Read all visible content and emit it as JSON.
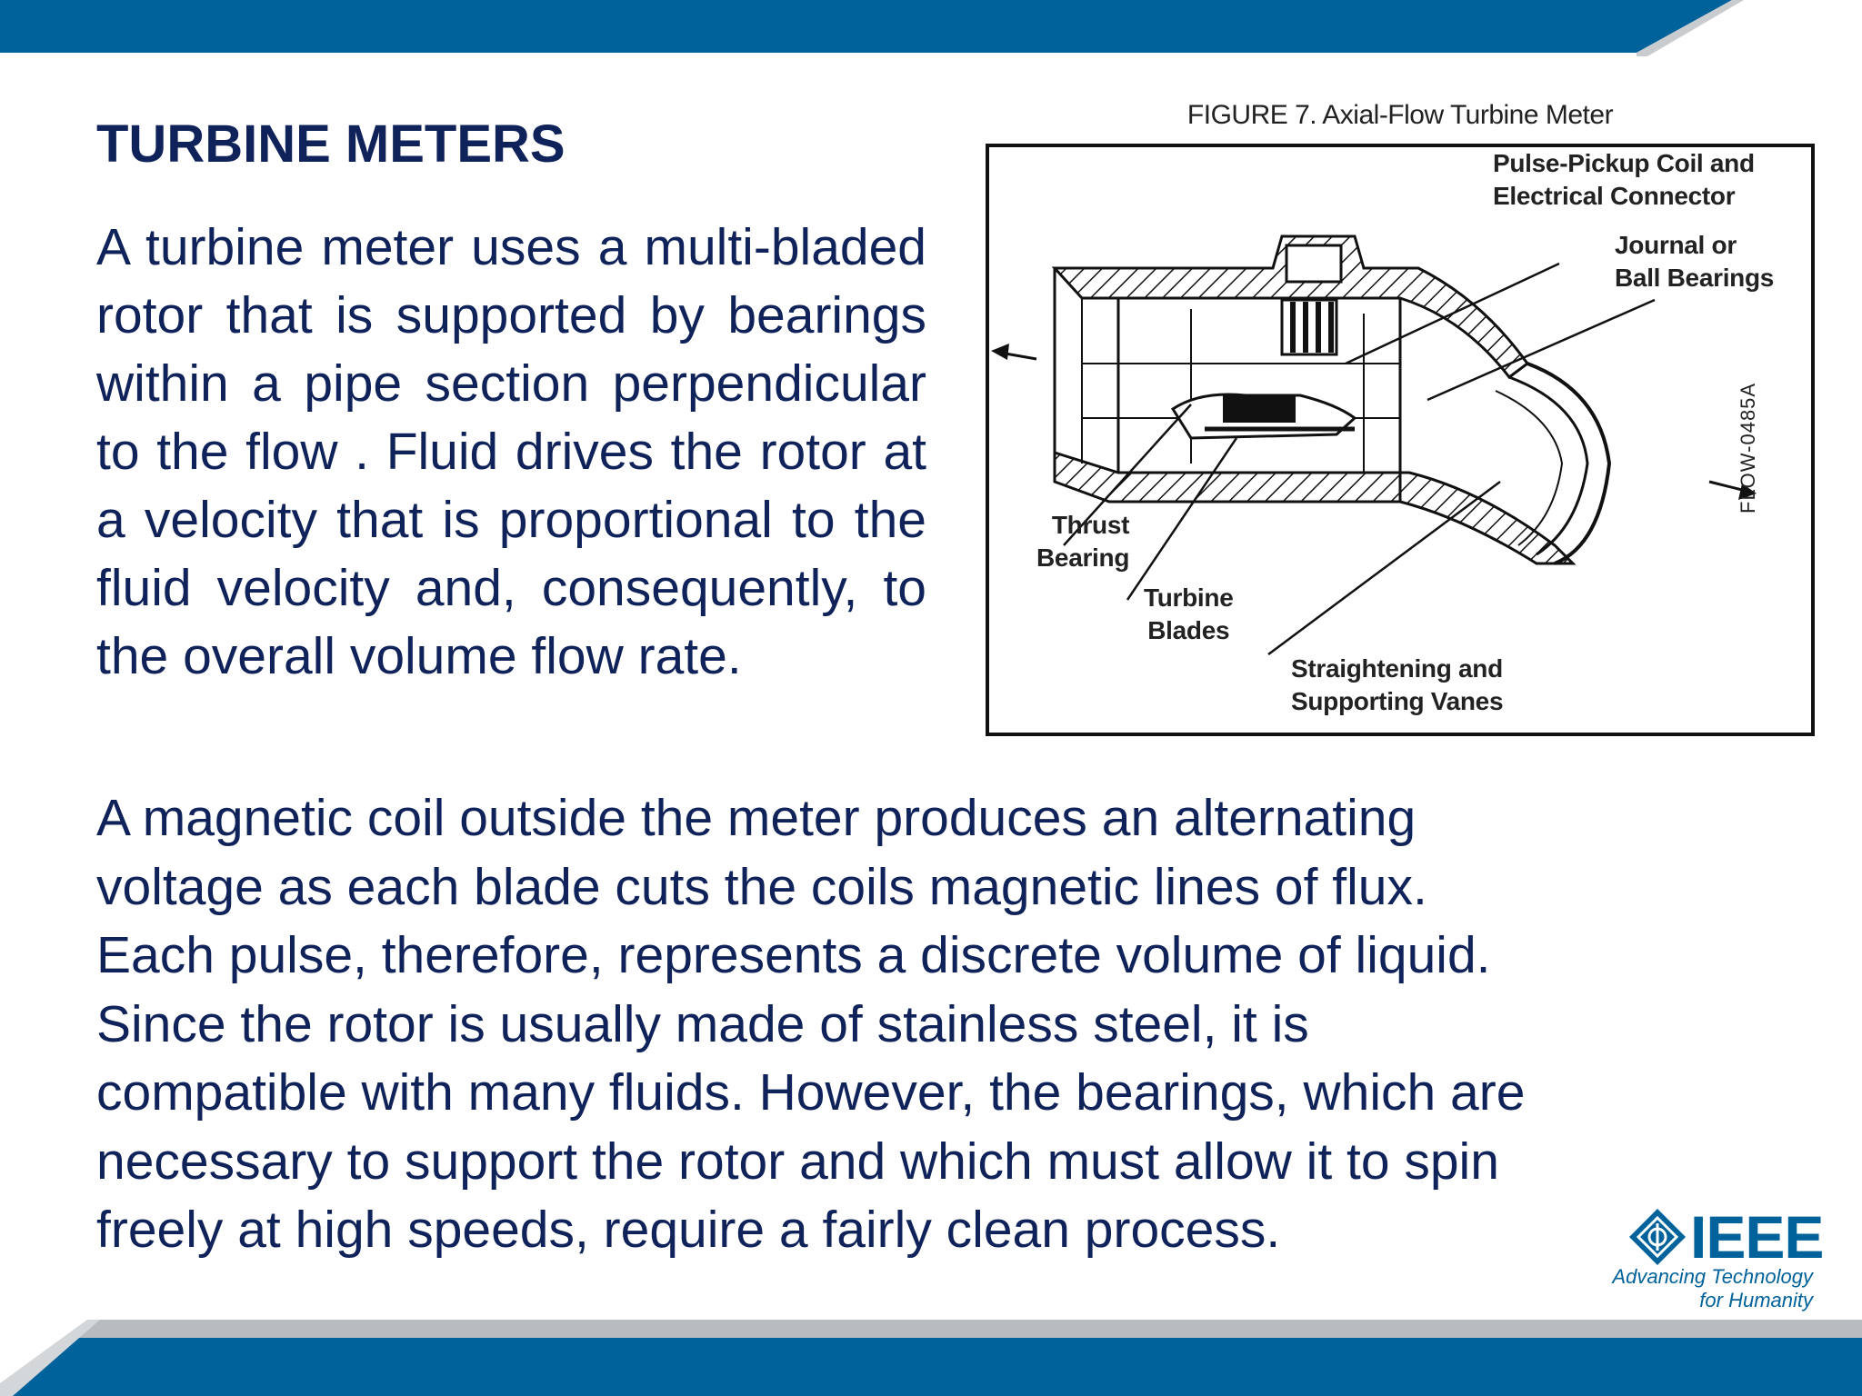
{
  "slide": {
    "title": "TURBINE METERS",
    "paragraph_1": "A turbine meter uses a multi-bladed rotor that is supported by bearings within a pipe section perpendicular to the flow . Fluid drives the rotor at a velocity that is proportional to the fluid velocity and, consequently, to the overall volume flow rate.",
    "paragraph_2_lines": [
      "A magnetic coil outside the meter produces an alternating",
      "voltage as each blade cuts the coils magnetic lines of flux.",
      "Each pulse, therefore, represents a discrete volume of liquid.",
      "Since the rotor is usually made of stainless steel, it is",
      "compatible with many fluids. However, the bearings, which are",
      "necessary to support the rotor and which must allow it to spin",
      "freely at high speeds, require a fairly clean process."
    ]
  },
  "figure": {
    "caption": "FIGURE 7. Axial-Flow Turbine Meter",
    "callouts": {
      "pulse_pickup_1": "Pulse-Pickup Coil and",
      "pulse_pickup_2": "Electrical Connector",
      "journal_1": "Journal or",
      "journal_2": "Ball Bearings",
      "thrust_1": "Thrust",
      "thrust_2": "Bearing",
      "turbine_1": "Turbine",
      "turbine_2": "Blades",
      "vanes_1": "Straightening and",
      "vanes_2": "Supporting Vanes"
    },
    "code": "FLOW-0485A"
  },
  "logo": {
    "wordmark": "IEEE",
    "tagline_1": "Advancing Technology",
    "tagline_2": "for Humanity"
  },
  "colors": {
    "band_blue": "#00629b",
    "band_grey": "#b9bcbf",
    "text_navy": "#0f2259"
  }
}
